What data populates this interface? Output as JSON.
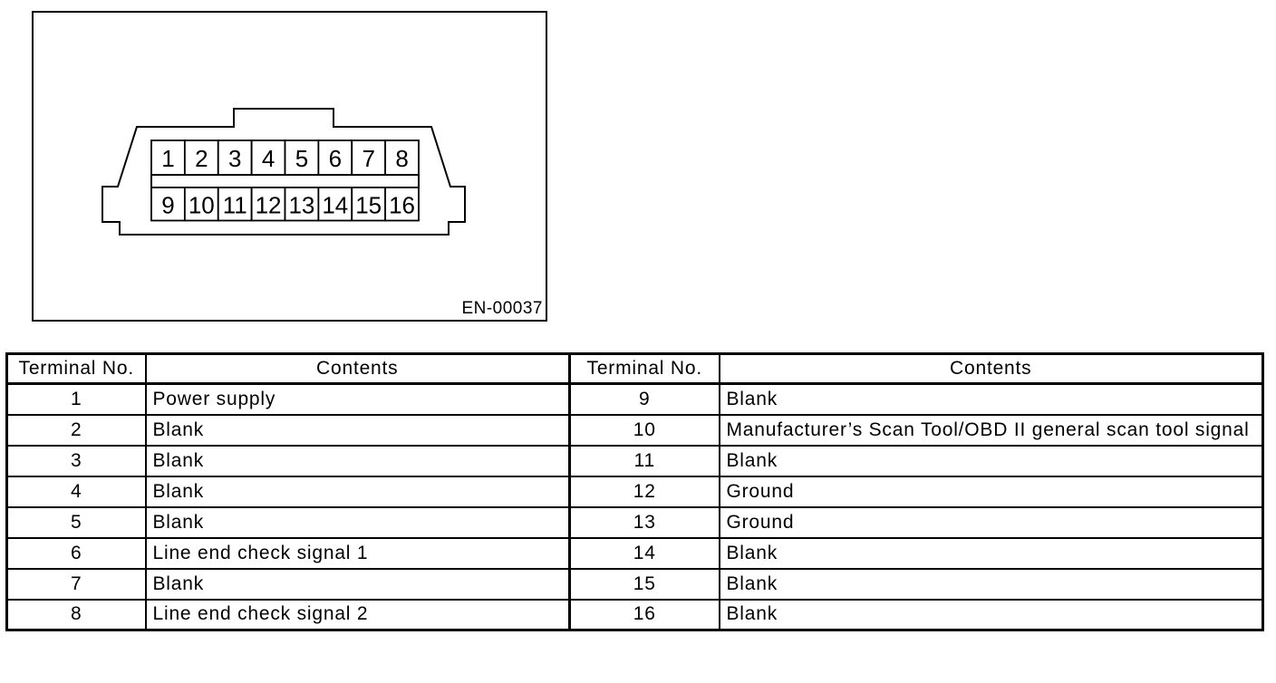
{
  "figure": {
    "code": "EN-00037",
    "connector": {
      "top_row": [
        "1",
        "2",
        "3",
        "4",
        "5",
        "6",
        "7",
        "8"
      ],
      "bottom_row": [
        "9",
        "10",
        "11",
        "12",
        "13",
        "14",
        "15",
        "16"
      ]
    }
  },
  "table": {
    "headers": [
      "Terminal No.",
      "Contents",
      "Terminal No.",
      "Contents"
    ],
    "rows": [
      [
        "1",
        "Power supply",
        "9",
        "Blank"
      ],
      [
        "2",
        "Blank",
        "10",
        "Manufacturer’s Scan Tool/OBD II general scan tool signal"
      ],
      [
        "3",
        "Blank",
        "11",
        "Blank"
      ],
      [
        "4",
        "Blank",
        "12",
        "Ground"
      ],
      [
        "5",
        "Blank",
        "13",
        "Ground"
      ],
      [
        "6",
        "Line end check signal 1",
        "14",
        "Blank"
      ],
      [
        "7",
        "Blank",
        "15",
        "Blank"
      ],
      [
        "8",
        "Line end check signal 2",
        "16",
        "Blank"
      ]
    ]
  },
  "colors": {
    "line": "#000000",
    "background": "#ffffff"
  }
}
